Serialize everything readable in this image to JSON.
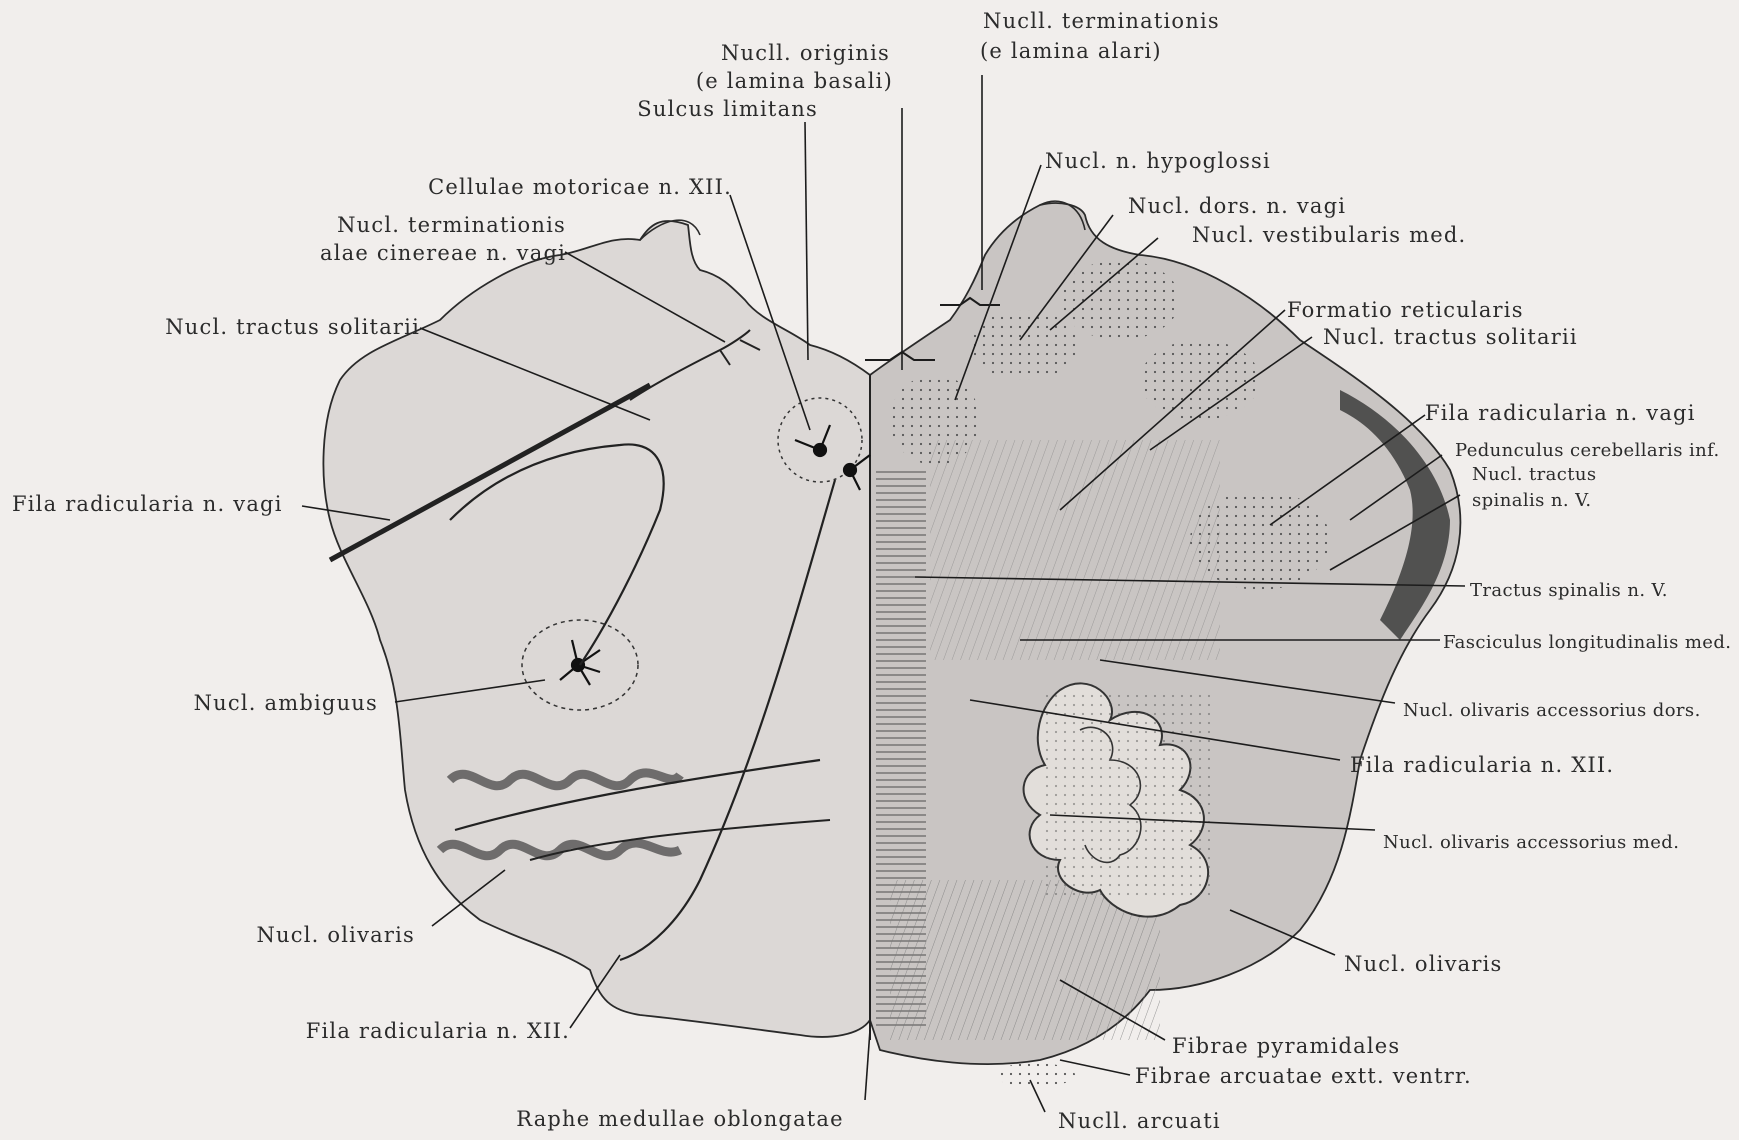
{
  "labels": {
    "nucll_terminationis": "Nucll. terminationis",
    "e_lamina_alari": "(e lamina alari)",
    "nucll_originis": "Nucll. originis",
    "e_lamina_basali": "(e lamina basali)",
    "sulcus_limitans": "Sulcus limitans",
    "nucl_n_hypoglossi": "Nucl. n. hypoglossi",
    "cellulae_motoricae": "Cellulae motoricae n. XII.",
    "nucl_dors_n_vagi": "Nucl. dors. n. vagi",
    "nucl_terminationis_alae_1": "Nucl. terminationis",
    "nucl_terminationis_alae_2": "alae cinereae n. vagi",
    "nucl_vestibularis_med": "Nucl. vestibularis med.",
    "formatio_reticularis": "Formatio reticularis",
    "nucl_tractus_solitarii_left": "Nucl. tractus solitarii",
    "nucl_tractus_solitarii_right": "Nucl. tractus solitarii",
    "fila_radicularia_vagi_right": "Fila radicularia n. vagi",
    "pedunculus_cerebellaris": "Pedunculus cerebellaris inf.",
    "nucl_tractus_spinalis_1": "Nucl. tractus",
    "nucl_tractus_spinalis_2": "spinalis n. V.",
    "fila_radicularia_vagi_left": "Fila radicularia n. vagi",
    "tractus_spinalis": "Tractus spinalis n. V.",
    "fasciculus_longitudinalis": "Fasciculus longitudinalis med.",
    "nucl_ambiguus": "Nucl. ambiguus",
    "nucl_olivaris_acc_dors": "Nucl. olivaris accessorius dors.",
    "fila_radicularia_xii_right": "Fila radicularia n. XII.",
    "nucl_olivaris_acc_med": "Nucl. olivaris accessorius med.",
    "nucl_olivaris_left": "Nucl. olivaris",
    "nucl_olivaris_right": "Nucl. olivaris",
    "fila_radicularia_xii_left": "Fila radicularia n. XII.",
    "fibrae_pyramidales": "Fibrae pyramidales",
    "fibrae_arcuatae": "Fibrae arcuatae extt. ventrr.",
    "raphe": "Raphe medullae oblongatae",
    "nucll_arcuati": "Nucll. arcuati"
  },
  "colors": {
    "background": "#f1eeec",
    "section_fill": "#dcd8d6",
    "ink": "#1c1c1c"
  }
}
